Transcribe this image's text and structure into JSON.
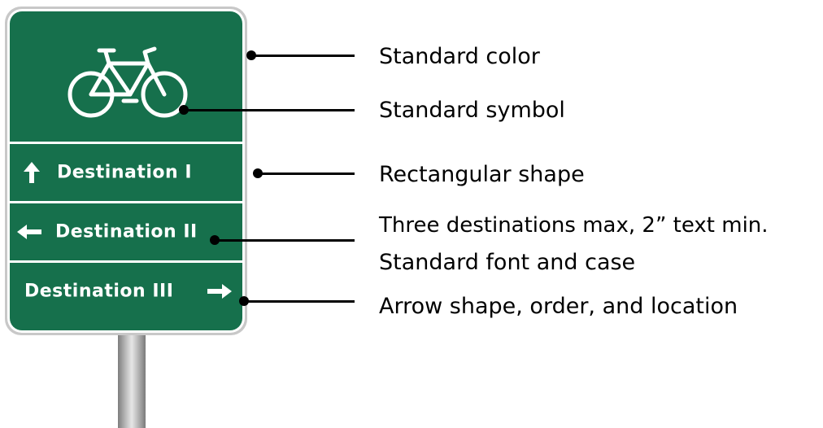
{
  "sign": {
    "background_color": "#16704c",
    "symbol": "bicycle-icon",
    "destinations": [
      {
        "label": "Destination I",
        "arrow": "up-arrow-icon",
        "arrow_position": "left"
      },
      {
        "label": "Destination II",
        "arrow": "left-arrow-icon",
        "arrow_position": "left"
      },
      {
        "label": "Destination III",
        "arrow": "right-arrow-icon",
        "arrow_position": "right"
      }
    ]
  },
  "callouts": [
    {
      "text": "Standard color"
    },
    {
      "text": "Standard symbol"
    },
    {
      "text": "Rectangular shape"
    },
    {
      "text": "Three destinations max, 2” text min."
    },
    {
      "text": "Standard font and case"
    },
    {
      "text": "Arrow shape, order, and location"
    }
  ]
}
